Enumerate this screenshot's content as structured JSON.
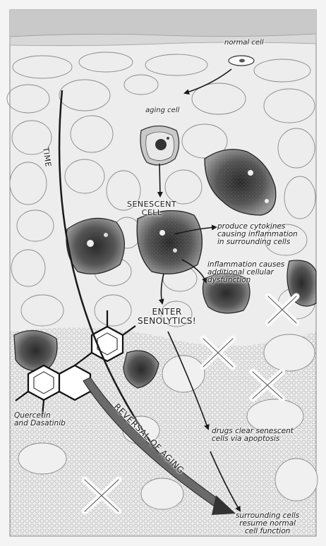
{
  "illustration": {
    "labels": {
      "normal_cell": "normal cell",
      "aging_cell": "aging cell",
      "senescent_cell": "SENESCENT\nCELL",
      "time": "TIME",
      "cytokines": "produce cytokines\ncausing inflammation\nin surrounding cells",
      "inflammation": "inflammation causes\nadditional cellular\ndysfunction",
      "senolytics": "ENTER\nSENOLYTICS!",
      "drugs": "Quercetin\nand Dasatinib",
      "reversal": "REVERSAL OF AGING",
      "clear": "drugs clear senescent\ncells via apoptosis",
      "resume": "surrounding cells\nresume normal\ncell function"
    },
    "colors": {
      "background": "#f4f4f4",
      "skin_band": "#c9c9c9",
      "cell_outline": "#8a8a8a",
      "senescent_cell": "#3d3d3d",
      "arrow": "#1a1a1a"
    }
  }
}
